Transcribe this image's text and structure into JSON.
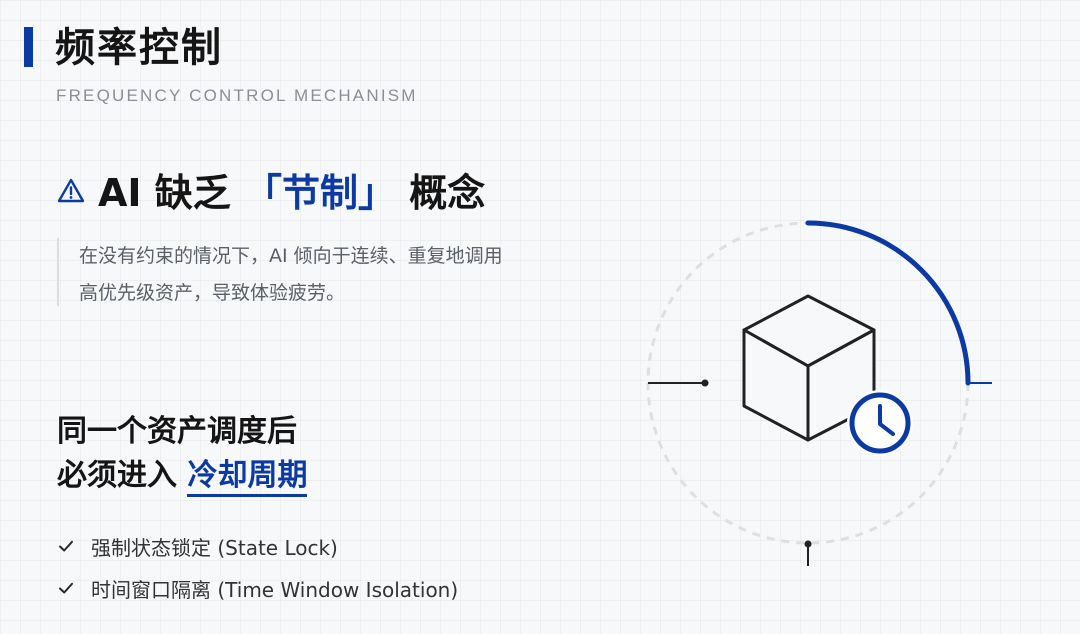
{
  "header": {
    "title": "频率控制",
    "subtitle": "FREQUENCY CONTROL MECHANISM"
  },
  "problem": {
    "icon": "warning-triangle-icon",
    "headline_prefix": "AI 缺乏",
    "headline_accent": "「节制」",
    "headline_suffix": "概念",
    "description": "在没有约束的情况下，AI 倾向于连续、重复地调用高优先级资产，导致体验疲劳。"
  },
  "solution": {
    "line1": "同一个资产调度后",
    "line2_prefix": "必须进入",
    "line2_accent": "冷却周期"
  },
  "features": [
    {
      "icon": "check-icon",
      "label": "强制状态锁定 (State Lock)"
    },
    {
      "icon": "check-icon",
      "label": "时间窗口隔离 (Time Window Isolation)"
    }
  ],
  "illustration": {
    "icons": [
      "cube-icon",
      "clock-icon"
    ],
    "accent_color": "#0b3aa4"
  },
  "colors": {
    "accent": "#0b3aa4",
    "text_primary": "#151515",
    "text_secondary": "#5b5f66",
    "background": "#f7f8fa"
  }
}
